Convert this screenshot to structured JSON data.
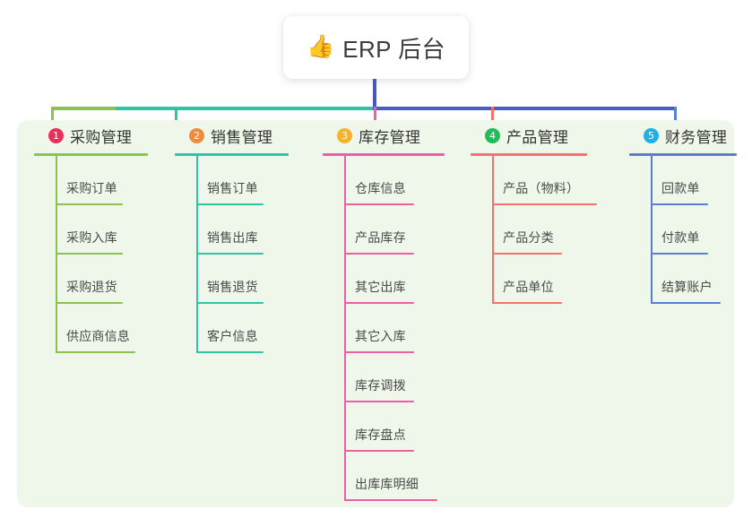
{
  "root": {
    "icon": "thumbs-up-icon",
    "emoji": "👍",
    "title": "ERP 后台"
  },
  "palette": {
    "panel_background": "#eef7e9",
    "page_background": "#ffffff",
    "root_trunk": "#4a56c0",
    "branch_bus": "#4a5bc4"
  },
  "columns": [
    {
      "index": "1",
      "badge_color": "#eb2f5b",
      "line_color": "#8cc153",
      "title": "采购管理",
      "items": [
        {
          "label": "采购订单"
        },
        {
          "label": "采购入库"
        },
        {
          "label": "采购退货"
        },
        {
          "label": "供应商信息"
        }
      ]
    },
    {
      "index": "2",
      "badge_color": "#f08b3c",
      "line_color": "#2ec4a6",
      "title": "销售管理",
      "items": [
        {
          "label": "销售订单"
        },
        {
          "label": "销售出库"
        },
        {
          "label": "销售退货"
        },
        {
          "label": "客户信息"
        }
      ]
    },
    {
      "index": "3",
      "badge_color": "#f7b32b",
      "line_color": "#ec5fa4",
      "title": "库存管理",
      "items": [
        {
          "label": "仓库信息"
        },
        {
          "label": "产品库存"
        },
        {
          "label": "其它出库"
        },
        {
          "label": "其它入库"
        },
        {
          "label": "库存调拨"
        },
        {
          "label": "库存盘点"
        },
        {
          "label": "出库库明细"
        }
      ]
    },
    {
      "index": "4",
      "badge_color": "#1fbd5a",
      "line_color": "#f4726b",
      "title": "产品管理",
      "items": [
        {
          "label": "产品（物料）"
        },
        {
          "label": "产品分类"
        },
        {
          "label": "产品单位"
        }
      ]
    },
    {
      "index": "5",
      "badge_color": "#1eb0e8",
      "line_color": "#5b7ed0",
      "title": "财务管理",
      "items": [
        {
          "label": "回款单"
        },
        {
          "label": "付款单"
        },
        {
          "label": "结算账户"
        }
      ]
    }
  ]
}
